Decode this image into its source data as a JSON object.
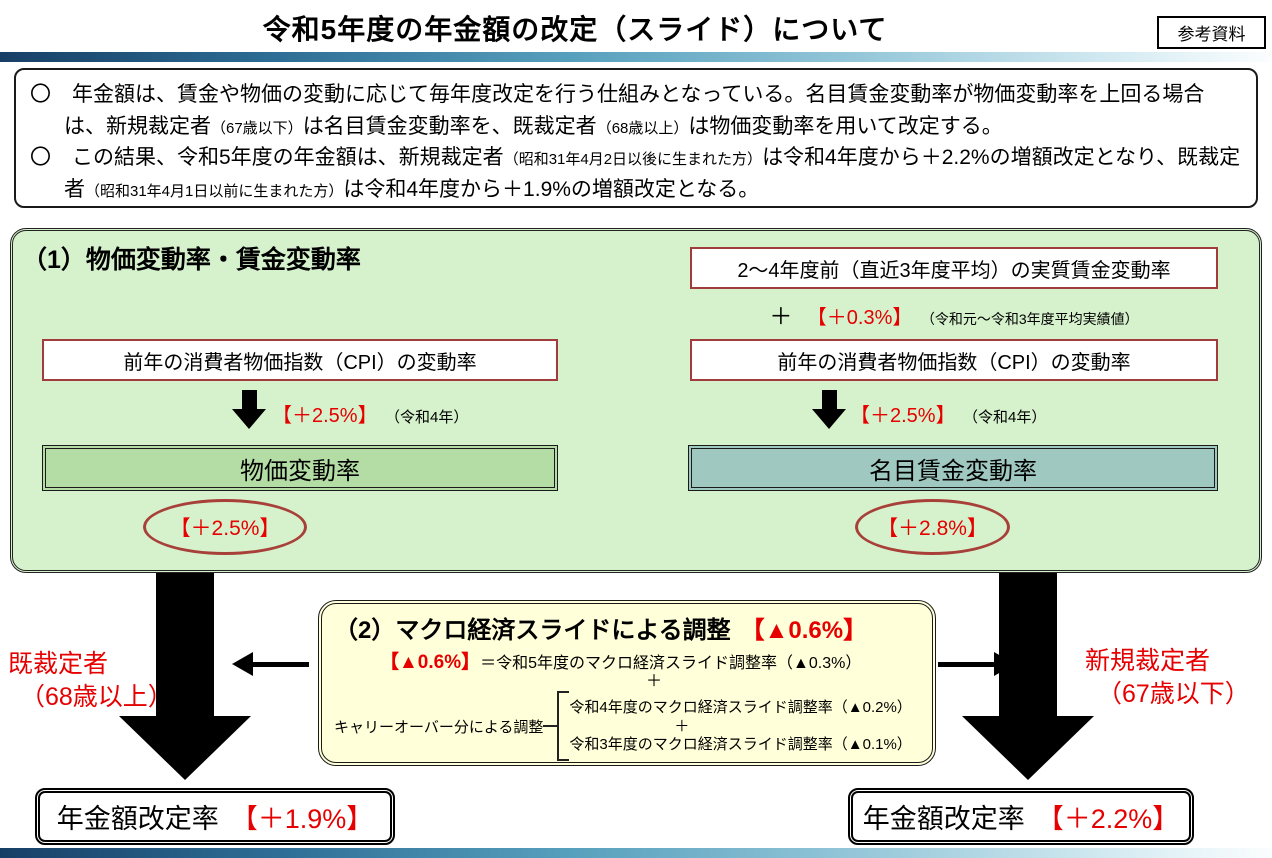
{
  "page": {
    "title": "令和5年度の年金額の改定（スライド）について",
    "ref_label": "参考資料"
  },
  "intro": {
    "b1": {
      "s1": "〇　年金額は、賃金や物価の変動に応じて毎年度改定を行う仕組みとなっている。名目賃金変動率が物価変動率を上回る場合は、新規裁定者",
      "s2": "（67歳以下）",
      "s3": "は名目賃金変動率を、既裁定者",
      "s4": "（68歳以上）",
      "s5": "は物価変動率を用いて改定する。"
    },
    "b2": {
      "s1": "〇　この結果、令和5年度の年金額は、新規裁定者",
      "s2": "（昭和31年4月2日以後に生まれた方）",
      "s3": "は令和4年度から＋2.2%の増額改定となり、既裁定者",
      "s4": "（昭和31年4月1日以前に生まれた方）",
      "s5": "は令和4年度から＋1.9%の増額改定となる。"
    }
  },
  "section1": {
    "title": "（1）物価変動率・賃金変動率",
    "real_wage_box": "2～4年度前（直近3年度平均）の実質賃金変動率",
    "plus_sign": "＋",
    "real_wage_rate": "【＋0.3%】",
    "real_wage_note": "（令和元～令和3年度平均実績値）",
    "cpi_left_label": "前年の消費者物価指数（CPI）の変動率",
    "cpi_right_label": "前年の消費者物価指数（CPI）の変動率",
    "cpi_left_rate": "【＋2.5%】",
    "cpi_left_year": "（令和4年）",
    "cpi_right_rate": "【＋2.5%】",
    "cpi_right_year": "（令和4年）",
    "price_box": "物価変動率",
    "wage_box": "名目賃金変動率",
    "price_result": "【＋2.5%】",
    "wage_result": "【＋2.8%】"
  },
  "section2": {
    "title_text": "（2）マクロ経済スライドによる調整",
    "title_rate": "【▲0.6%】",
    "eq_rate": "【▲0.6%】",
    "eq_text": "＝令和5年度のマクロ経済スライド調整率（▲0.3%）",
    "plus_top": "＋",
    "carryover_label": "キャリーオーバー分による調整",
    "co_line1": "令和4年度のマクロ経済スライド調整率（▲0.2%）",
    "co_plus": "＋",
    "co_line2": "令和3年度のマクロ経済スライド調整率（▲0.1%）"
  },
  "labels": {
    "existing_l1": "既裁定者",
    "existing_l2": "（68歳以上）",
    "new_l1": "新規裁定者",
    "new_l2": "（67歳以下）"
  },
  "results": {
    "left_label": "年金額改定率",
    "left_rate": "【＋1.9%】",
    "right_label": "年金額改定率",
    "right_rate": "【＋2.2%】"
  },
  "colors": {
    "accent_red": "#e60000",
    "red_brown_border": "#a03c3c",
    "green_panel": "#d6f2cc",
    "price_fill": "#b3dda4",
    "wage_fill": "#9fc8c0",
    "yellow_panel": "#ffffd9"
  }
}
